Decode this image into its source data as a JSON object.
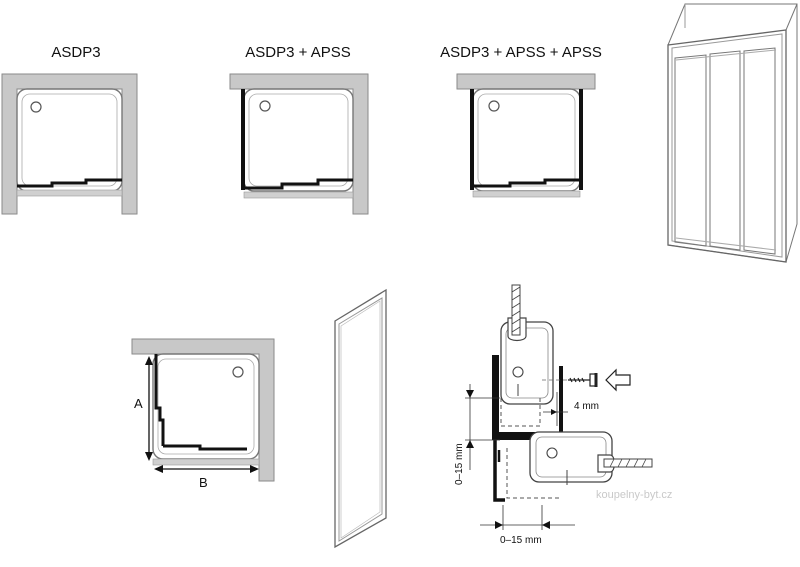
{
  "variants": [
    {
      "title": "ASDP3"
    },
    {
      "title": "ASDP3 + APSS"
    },
    {
      "title": "ASDP3 + APSS + APSS"
    }
  ],
  "dimensions": {
    "a_label": "A",
    "b_label": "B"
  },
  "detail": {
    "gap_label": "4 mm",
    "vertical_range_label": "0‒15 mm",
    "horizontal_range_label": "0‒15 mm"
  },
  "watermark": "koupelny-byt.cz",
  "colors": {
    "wall": "#c8c8c8",
    "wall_stroke": "#8a8a8a",
    "profile": "#111111",
    "line": "#333333"
  }
}
